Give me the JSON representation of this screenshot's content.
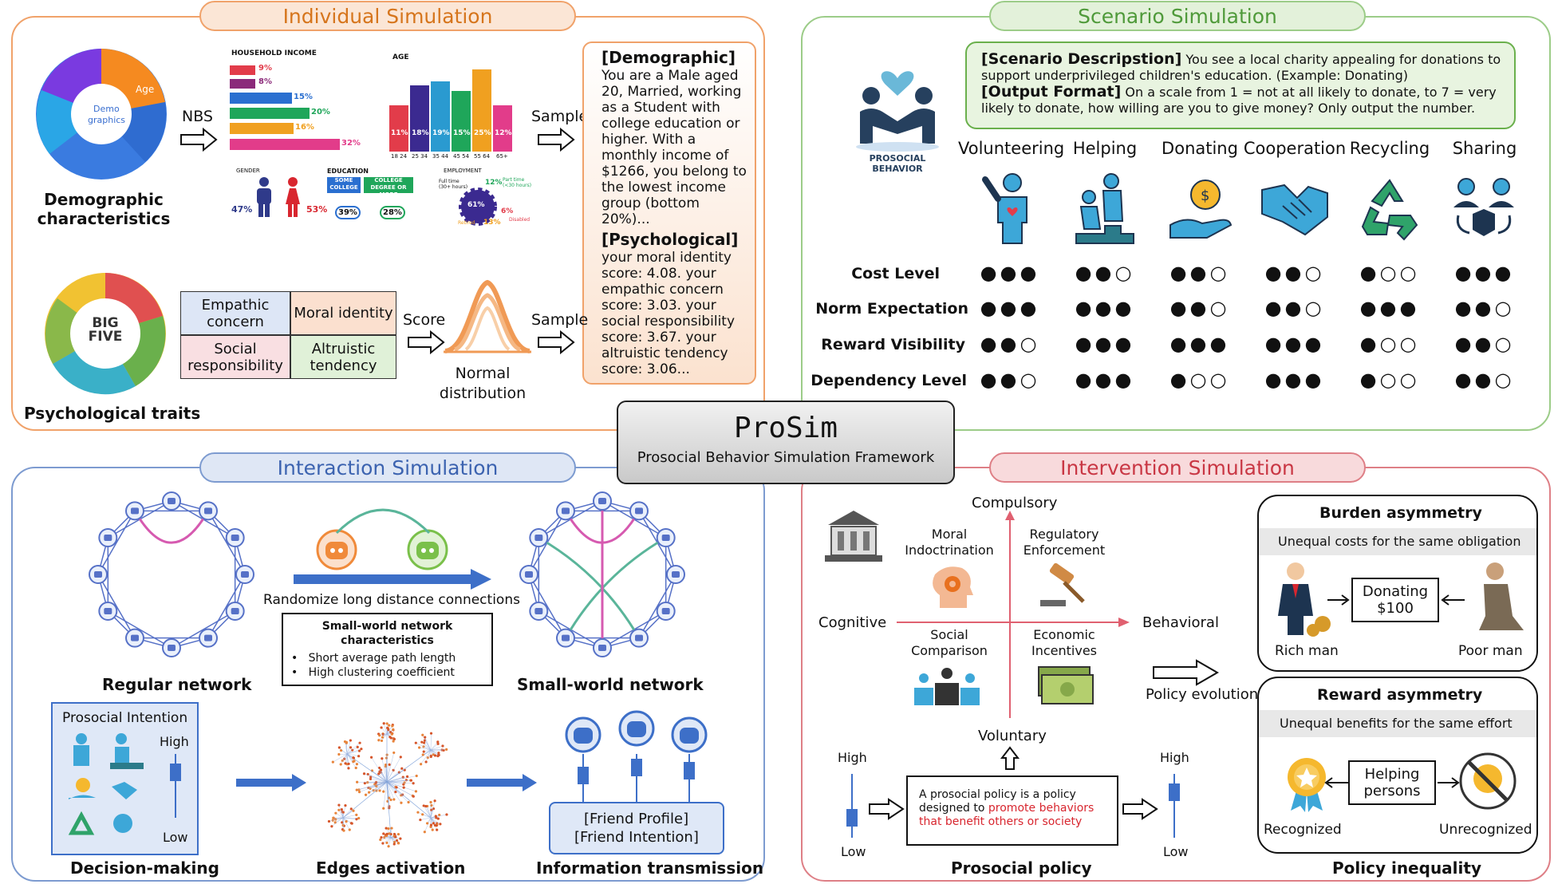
{
  "framework": {
    "title": "ProSim",
    "subtitle": "Prosocial Behavior Simulation Framework"
  },
  "colors": {
    "individual": "#f0a26a",
    "scenario": "#9ccc88",
    "interaction": "#7d9bd0",
    "intervention": "#de7f86",
    "network_blue": "#5671c7",
    "pink_link": "#d65ab0",
    "teal_link": "#5ab59a"
  },
  "individual": {
    "title": "Individual Simulation",
    "demo_label": "Demographic characteristics",
    "demo_wheel_labels": [
      "Demo graphics",
      "Age"
    ],
    "nbs": "NBS",
    "sample1": "Sample",
    "sample2": "Sample",
    "score": "Score",
    "normal": "Normal distribution",
    "psych_label": "Psychological traits",
    "bigfive": "BIG FIVE",
    "traits": [
      "Empathic concern",
      "Moral identity",
      "Social responsibility",
      "Altruistic tendency"
    ],
    "infographic": {
      "income_title": "HOUSEHOLD INCOME",
      "income_pcts": [
        "9%",
        "8%",
        "15%",
        "20%",
        "16%",
        "32%"
      ],
      "age_title": "AGE",
      "age_pcts": [
        "11%",
        "18%",
        "19%",
        "15%",
        "25%",
        "12%"
      ],
      "age_groups": [
        "18 24",
        "25 34",
        "35 44",
        "45 54",
        "55 64",
        "65+"
      ],
      "gender_title": "GENDER",
      "gender_pcts": [
        "47%",
        "53%"
      ],
      "education_title": "EDUCATION",
      "edu_labels": [
        "SOME COLLEGE",
        "COLLEGE DEGREE OR MORE"
      ],
      "edu_pcts": [
        "39%",
        "28%"
      ],
      "employment_title": "EMPLOYMENT",
      "emp_pcts": [
        "61%",
        "12%",
        "6%",
        "13%"
      ],
      "emp_labels": [
        "Full time (30+ hours)",
        "Part time (<30 hours)",
        "Retired",
        "Disabled"
      ]
    },
    "demographic_profile": {
      "heading": "[Demographic]",
      "text": "You are a Male aged 20, Married, working as a Student with college education or higher. With a monthly income of $1266, you belong to the lowest income group (bottom 20%)..."
    },
    "psychological_profile": {
      "heading": "[Psychological]",
      "text": "your moral identity score: 4.08. your empathic concern score: 3.03. your social responsibility score: 3.67. your altruistic tendency score: 3.06..."
    }
  },
  "scenario": {
    "title": "Scenario Simulation",
    "prosocial_label": "PROSOCIAL BEHAVIOR",
    "desc_key": "[Scenario Descripstion]",
    "desc": "You see a local charity appealing for donations to support underprivileged children's education. (Example: Donating)",
    "format_key": "[Output Format]",
    "format": "On a scale from 1 = not at all likely to donate, to 7 = very likely to donate, how willing are you to give money? Only output the number.",
    "behaviors": [
      "Volunteering",
      "Helping",
      "Donating",
      "Cooperation",
      "Recycling",
      "Sharing"
    ],
    "dimensions": [
      {
        "name": "Cost Level",
        "dots": [
          "●●●",
          "●●○",
          "●●○",
          "●●○",
          "●○○",
          "●●●"
        ]
      },
      {
        "name": "Norm Expectation",
        "dots": [
          "●●●",
          "●●●",
          "●●○",
          "●●○",
          "●●●",
          "●●○"
        ]
      },
      {
        "name": "Reward Visibility",
        "dots": [
          "●●○",
          "●●●",
          "●●●",
          "●●●",
          "●○○",
          "●●○"
        ]
      },
      {
        "name": "Dependency Level",
        "dots": [
          "●●○",
          "●●●",
          "●○○",
          "●●●",
          "●○○",
          "●●○"
        ]
      }
    ]
  },
  "interaction": {
    "title": "Interaction Simulation",
    "regular": "Regular network",
    "smallworld": "Small-world network",
    "randomize": "Randomize long distance connections",
    "sw_title": "Small-world network characteristics",
    "sw_items": [
      "Short average path length",
      "High clustering coefficient"
    ],
    "intention_title": "Prosocial Intention",
    "high": "High",
    "low": "Low",
    "decision": "Decision-making",
    "edges": "Edges activation",
    "info": "Information transmission",
    "friend_profile": "[Friend Profile]",
    "friend_intention": "[Friend Intention]"
  },
  "intervention": {
    "title": "Intervention Simulation",
    "compulsory": "Compulsory",
    "voluntary": "Voluntary",
    "cognitive": "Cognitive",
    "behavioral": "Behavioral",
    "quadrants": [
      "Moral Indoctrination",
      "Regulatory Enforcement",
      "Social Comparison",
      "Economic Incentives"
    ],
    "policy_evolution": "Policy evolution",
    "high_left": "High",
    "low_left": "Low",
    "high_right": "High",
    "low_right": "Low",
    "policy_pre": "A prosocial policy is a policy designed to ",
    "policy_red": "promote behaviors that benefit others or society",
    "prosocial_policy": "Prosocial policy",
    "burden_title": "Burden asymmetry",
    "burden_sub": "Unequal costs for the same obligation",
    "donating": "Donating $100",
    "rich": "Rich man",
    "poor": "Poor man",
    "reward_title": "Reward asymmetry",
    "reward_sub": "Unequal benefits for the same effort",
    "helping": "Helping persons",
    "recognized": "Recognized",
    "unrecognized": "Unrecognized",
    "inequality": "Policy inequality"
  }
}
